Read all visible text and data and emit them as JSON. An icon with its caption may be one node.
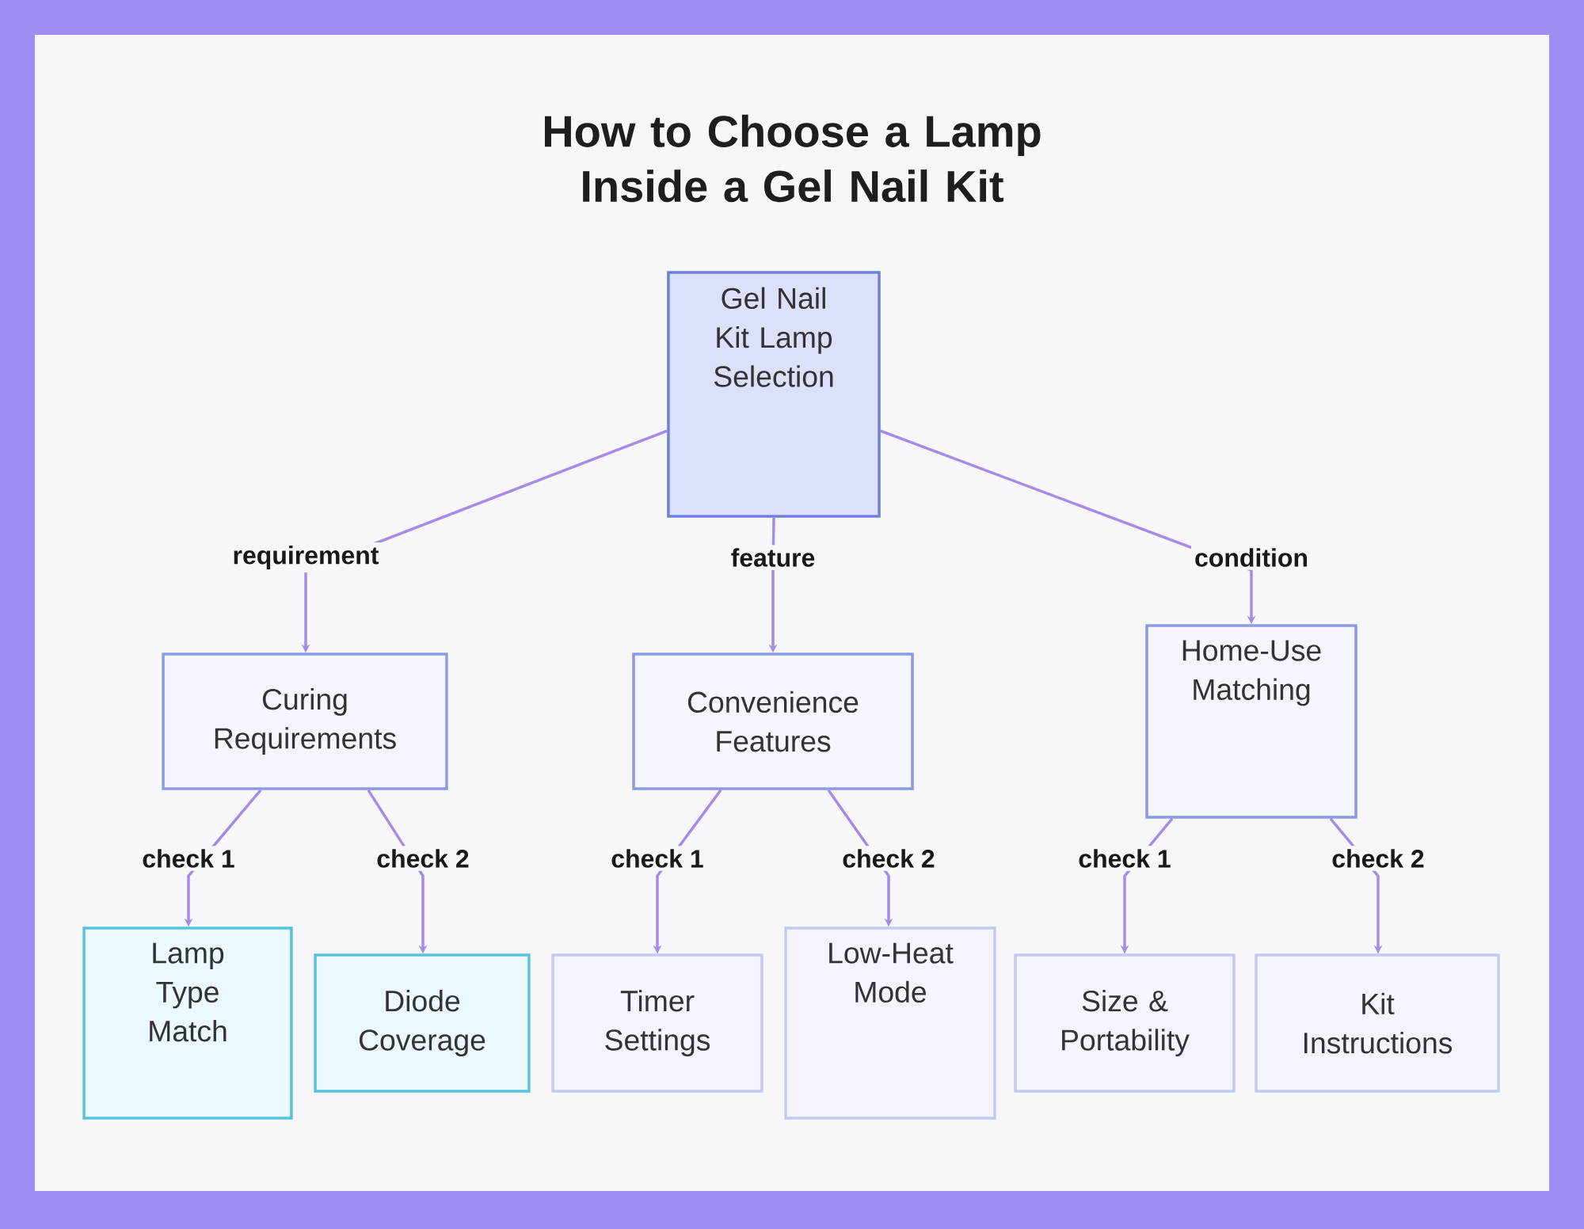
{
  "diagram": {
    "title": "How to Choose a Lamp Inside a Gel Nail Kit",
    "nodes": [
      {
        "text": [
          "Gel Nail Kit Lamp Selection"
        ]
      },
      {
        "text": [
          "Curing Requirements"
        ]
      },
      {
        "text": [
          "Convenience Features"
        ]
      },
      {
        "text": [
          "Home-Use Matching"
        ]
      },
      {
        "text": [
          "Lamp Type Match"
        ]
      },
      {
        "text": [
          "Diode Coverage"
        ]
      },
      {
        "text": [
          "Timer Settings"
        ]
      },
      {
        "text": [
          "Low-Heat Mode"
        ]
      },
      {
        "text": [
          "Size & Portability"
        ]
      },
      {
        "text": [
          "Kit Instructions"
        ]
      }
    ],
    "edges": [
      {
        "from": 0,
        "to": 1,
        "arrow": "to",
        "label": "requirement"
      },
      {
        "from": 0,
        "to": 2,
        "arrow": "to",
        "label": "feature"
      },
      {
        "from": 0,
        "to": 3,
        "arrow": "to",
        "label": "condition"
      },
      {
        "from": 1,
        "to": 4,
        "arrow": "to",
        "label": "check 1"
      },
      {
        "from": 1,
        "to": 5,
        "arrow": "to",
        "label": "check 2"
      },
      {
        "from": 2,
        "to": 6,
        "arrow": "to",
        "label": "check 1"
      },
      {
        "from": 2,
        "to": 7,
        "arrow": "to",
        "label": "check 2"
      },
      {
        "from": 3,
        "to": 8,
        "arrow": "to",
        "label": "check 1"
      },
      {
        "from": 3,
        "to": 9,
        "arrow": "to",
        "label": "check 2"
      }
    ]
  }
}
